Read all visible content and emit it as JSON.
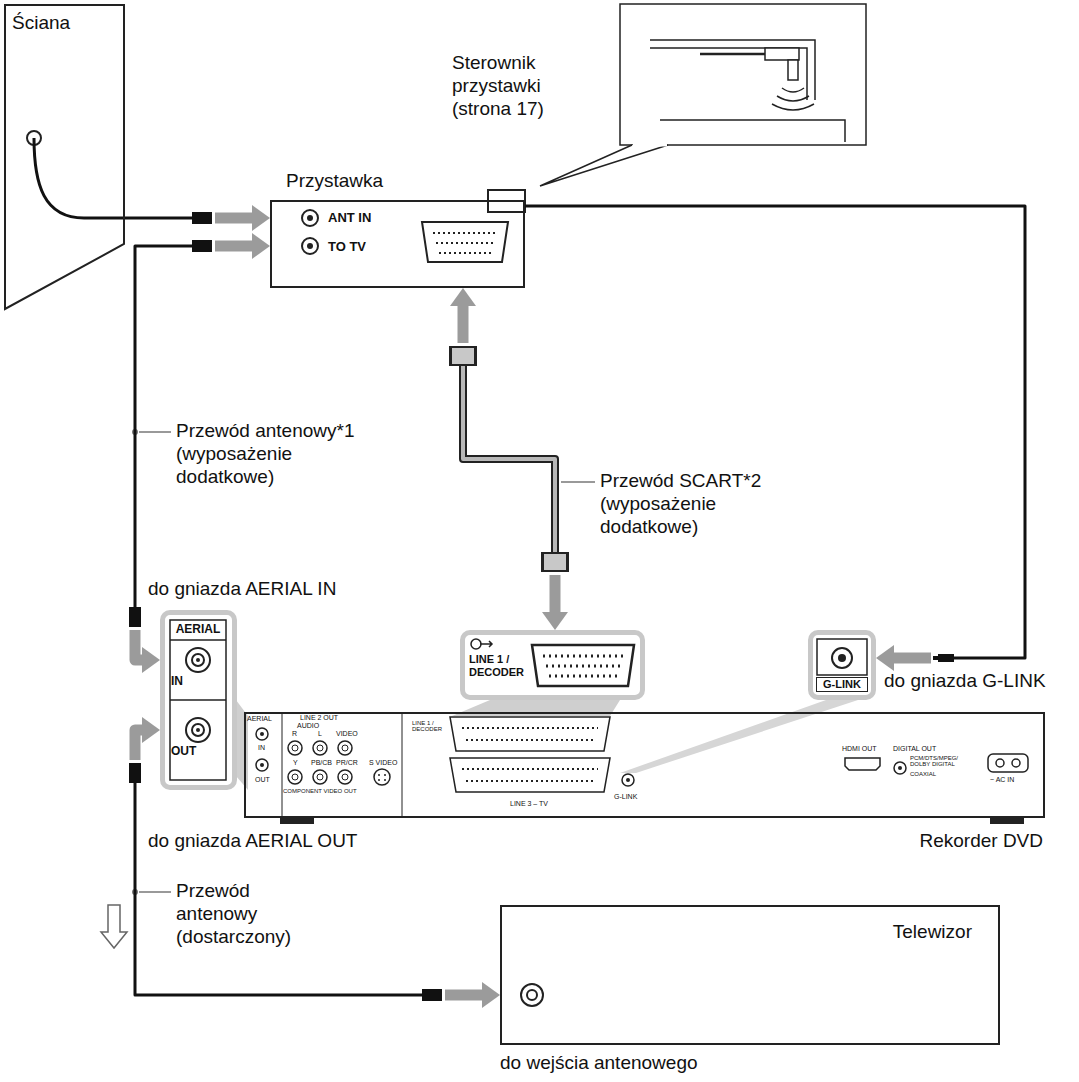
{
  "diagram": {
    "nodes": [
      {
        "text": [
          "Ściana"
        ]
      },
      {
        "text": [
          "Przystawka",
          "ANT IN",
          "TO TV"
        ]
      },
      {
        "text": [
          "AERIAL",
          "IN",
          "OUT"
        ]
      },
      {
        "text": [
          "LINE 1 / DECODER"
        ]
      },
      {
        "text": [
          "G-LINK"
        ]
      },
      {
        "text": [
          "Rekorder DVD"
        ]
      },
      {
        "text": [
          "Telewizor"
        ]
      }
    ],
    "edges": [
      {
        "from": 0,
        "to": 1,
        "arrow": "to"
      },
      {
        "from": 1,
        "to": 2,
        "arrow": "both"
      },
      {
        "from": 1,
        "to": 3,
        "arrow": "both"
      },
      {
        "from": 1,
        "to": 4,
        "arrow": "to"
      },
      {
        "from": 2,
        "to": 6,
        "arrow": "both"
      }
    ],
    "labels": [
      "Sterownik przystawki (strona 17)",
      "Przewód antenowy*1 (wyposażenie dodatkowe)",
      "Przewód SCART*2 (wyposażenie dodatkowe)",
      "do gniazda AERIAL IN",
      "do gniazda G-LINK",
      "AERIAL",
      "IN",
      "OUT",
      "LINE 2 OUT",
      "AUDIO",
      "R",
      "L",
      "VIDEO",
      "Y",
      "PB/CB",
      "PR/CR",
      "COMPONENT VIDEO OUT",
      "S VIDEO",
      "LINE 1 / DECODER",
      "LINE 3 – TV",
      "G-LINK",
      "HDMI OUT",
      "DIGITAL OUT",
      "PCM/DTS/MPEG/ DOLBY DIGITAL",
      "COAXIAL",
      "~ AC IN",
      "do gniazda AERIAL OUT",
      "Przewód antenowy (dostarczony)",
      "do wejścia antenowego"
    ]
  }
}
